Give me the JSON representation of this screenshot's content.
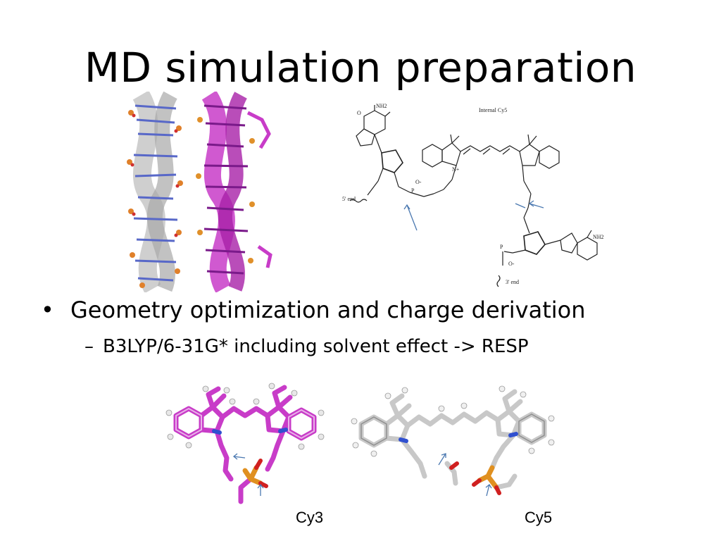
{
  "slide": {
    "title": "MD simulation preparation",
    "bullets": [
      {
        "text": "Geometry optimization and charge derivation",
        "marker": "•",
        "sub": [
          {
            "text": "B3LYP/6-31G* including solvent effect -> RESP",
            "marker": "–"
          }
        ]
      }
    ]
  },
  "figures": {
    "scheme": {
      "title": "Internal Cy5",
      "labels": {
        "five_end": "5' end",
        "three_end": "3' end",
        "nh2_top": "NH2",
        "nh2_bottom": "NH2",
        "o_top": "O",
        "n_plus": "N+",
        "o_minus_1": "O-",
        "o_minus_2": "O-",
        "p1": "P",
        "p2": "P"
      }
    },
    "captions": {
      "cy3": "Cy3",
      "cy5": "Cy5"
    }
  },
  "colors": {
    "text": "#000000",
    "magenta": "#c83cc8",
    "phosphorus": "#e08a1a",
    "oxygen": "#d02020",
    "nitrogen": "#3050d0",
    "carbon_gray": "#c8c8c8",
    "arrow_blue": "#4a78b0"
  }
}
